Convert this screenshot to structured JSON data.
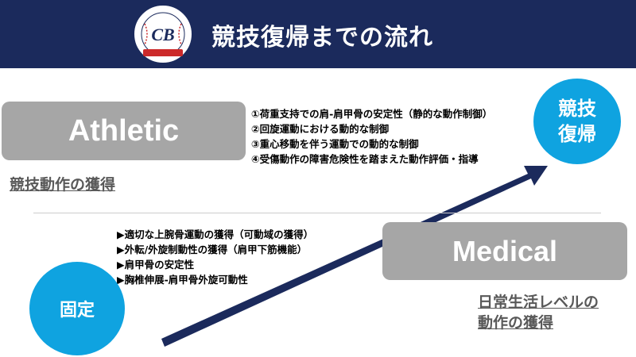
{
  "header": {
    "title": "競技復帰までの流れ",
    "logo": {
      "icon": "baseball-logo-icon",
      "monogram": "CB"
    }
  },
  "athletic": {
    "label": "Athletic",
    "subtitle": "競技動作の獲得",
    "items": [
      "①荷重支持での肩‐肩甲骨の安定性（静的な動作制御）",
      "②回旋運動における動的な制御",
      "③重心移動を伴う運動での動的な制御",
      "④受傷動作の障害危険性を踏まえた動作評価・指導"
    ]
  },
  "medical": {
    "label": "Medical",
    "subtitle_lines": [
      "日常生活レベルの",
      "動作の獲得"
    ],
    "items": [
      "▶適切な上腕骨運動の獲得（可動域の獲得）",
      "▶外転/外旋制動性の獲得（肩甲下筋機能）",
      "▶肩甲骨の安定性",
      "▶胸椎伸展‐肩甲骨外旋可動性"
    ]
  },
  "goal": {
    "lines": [
      "競技",
      "復帰"
    ]
  },
  "start": {
    "label": "固定"
  },
  "colors": {
    "header_bg": "#1b2a5c",
    "box_gray": "#a6a6a6",
    "circle_blue": "#0fa3e0",
    "arrow_navy": "#1b2a5c",
    "subtitle_gray": "#595959"
  }
}
